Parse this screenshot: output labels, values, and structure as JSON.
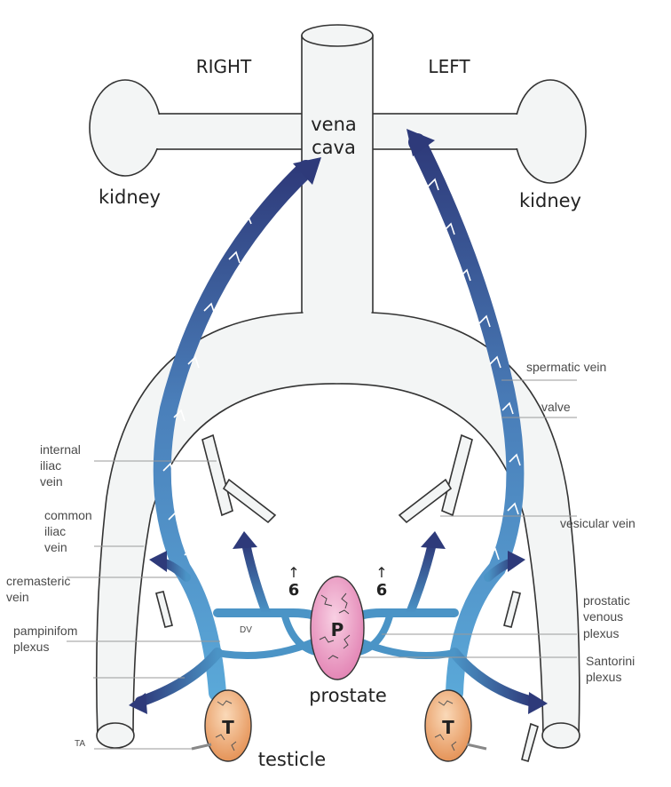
{
  "colors": {
    "blue_vein": "#4b94c6",
    "blue_vein_light": "#7bbbe0",
    "dark_arrow": "#2e3a7a",
    "prostate_pink": "#e48bb8",
    "testicle_orange": "#e89a5a",
    "white_vein": "#f3f5f5"
  },
  "headings": {
    "right": "RIGHT",
    "left": "LEFT"
  },
  "organs": {
    "kidney_right": "kidney",
    "kidney_left": "kidney",
    "vena_cava_line1": "vena",
    "vena_cava_line2": "cava",
    "prostate": "prostate",
    "prostate_letter": "P",
    "testicle": "testicle",
    "testicle_letter": "T"
  },
  "labels_left": {
    "internal_iliac": [
      "internal",
      "iliac",
      "vein"
    ],
    "common_iliac": [
      "common",
      "iliac",
      "vein"
    ],
    "cremasteric": [
      "cremasteric",
      "vein"
    ],
    "pampiniform": [
      "pampinifom",
      "plexus"
    ],
    "dv": "DV",
    "ta": "TA"
  },
  "labels_right": {
    "spermatic_vein": "spermatic vein",
    "valve": "valve",
    "vesicular_vein": "vesicular vein",
    "prostatic_venous_plexus": [
      "prostatic",
      "venous",
      "plexus"
    ],
    "santorini_plexus": [
      "Santorini",
      "plexus"
    ]
  },
  "markers": {
    "left_value": "6",
    "right_value": "6",
    "arrow_glyph": "↑"
  }
}
